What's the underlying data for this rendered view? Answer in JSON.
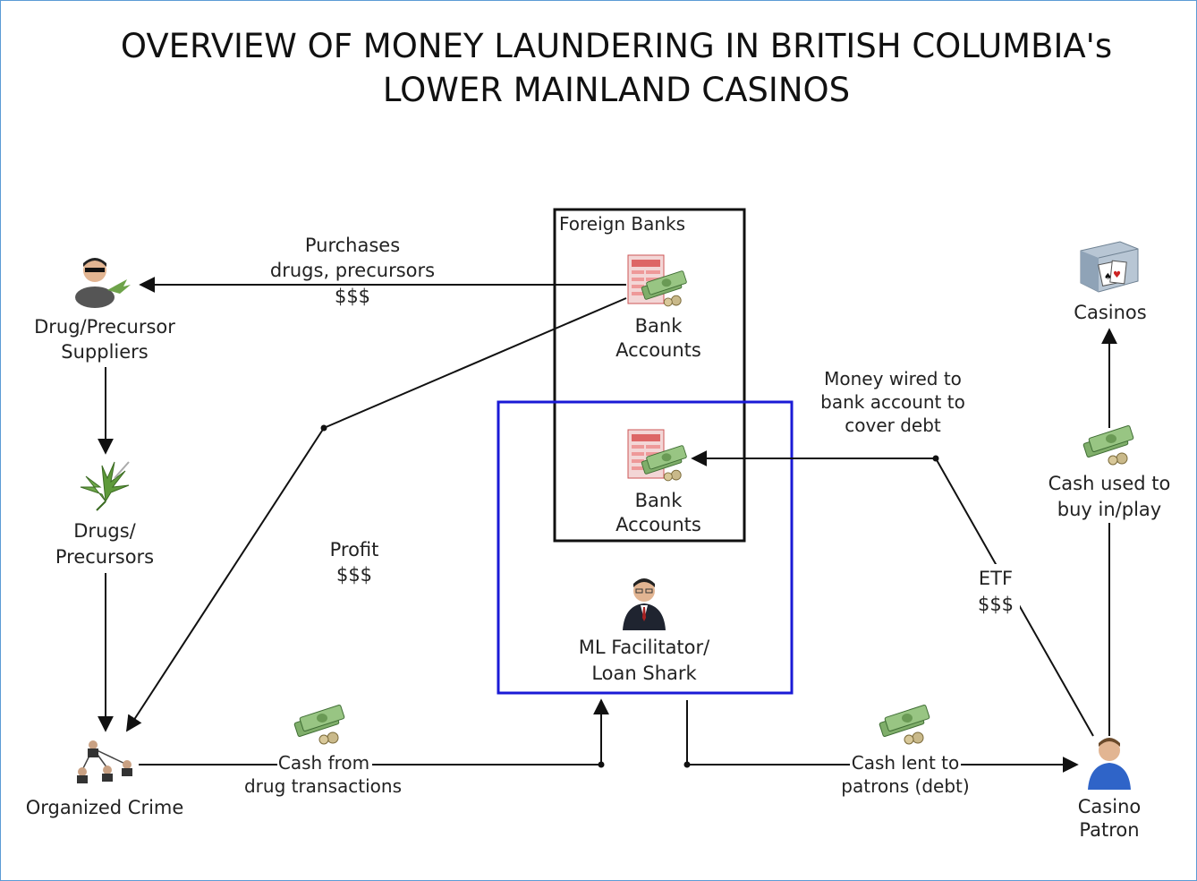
{
  "title": {
    "line1": "OVERVIEW OF MONEY LAUNDERING IN BRITISH COLUMBIA's",
    "line2": "LOWER MAINLAND CASINOS"
  },
  "nodes": {
    "suppliers": {
      "line1": "Drug/Precursor",
      "line2": "Suppliers",
      "icon": "drug-dealer-icon"
    },
    "drugs": {
      "line1": "Drugs/",
      "line2": "Precursors",
      "icon": "cannabis-leaf-icon"
    },
    "organized_crime": {
      "label": "Organized Crime",
      "icon": "crime-network-icon"
    },
    "foreign_banks": {
      "label": "Foreign Banks"
    },
    "bank_accounts_foreign": {
      "line1": "Bank",
      "line2": "Accounts",
      "icon": "bank-ledger-icon"
    },
    "bank_accounts_local": {
      "line1": "Bank",
      "line2": "Accounts",
      "icon": "bank-ledger-icon"
    },
    "facilitator": {
      "line1": "ML Facilitator/",
      "line2": "Loan Shark",
      "icon": "businessman-icon"
    },
    "casinos": {
      "label": "Casinos",
      "icon": "casino-cards-icon"
    },
    "patron": {
      "line1": "Casino",
      "line2": "Patron",
      "icon": "person-icon"
    }
  },
  "edges": {
    "purchases": {
      "line1": "Purchases",
      "line2": "drugs, precursors",
      "line3": "$$$"
    },
    "profit": {
      "line1": "Profit",
      "line2": "$$$"
    },
    "cash_from": {
      "line1": "Cash from",
      "line2": "drug transactions"
    },
    "cash_lent": {
      "line1": "Cash lent to",
      "line2": "patrons (debt)"
    },
    "money_wired": {
      "line1": "Money wired to",
      "line2": "bank account to",
      "line3": "cover debt"
    },
    "etf": {
      "line1": "ETF",
      "line2": "$$$"
    },
    "cash_used": {
      "line1": "Cash used to",
      "line2": "buy in/play"
    }
  },
  "colors": {
    "foreign_box": "#111111",
    "facilitator_box": "#1a1ad6",
    "money_green": "#4a8a3a"
  }
}
